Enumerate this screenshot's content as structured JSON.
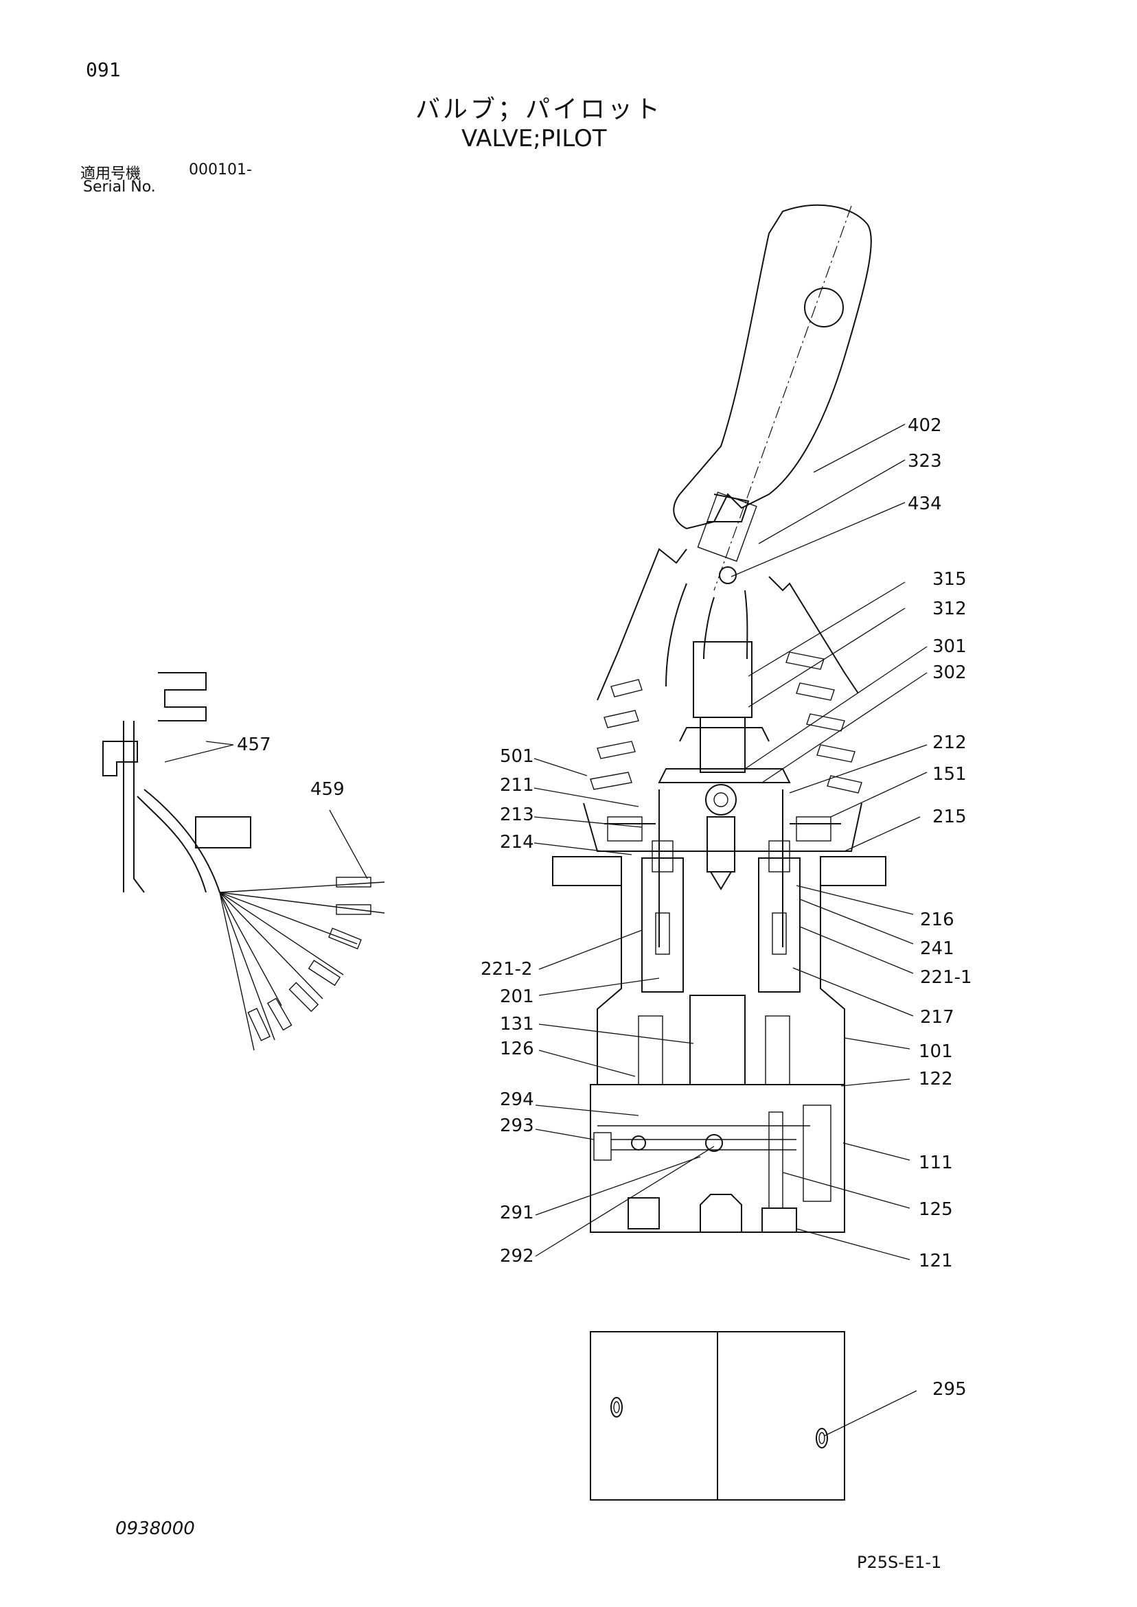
{
  "header": {
    "page_number": "091",
    "title_jp": "バルブ；パイロット",
    "title_en": "VALVE;PILOT",
    "serial_label_jp": "適用号機",
    "serial_value": "000101-",
    "serial_label_en": "Serial No."
  },
  "footer": {
    "doc_number": "0938000",
    "sheet_code": "P25S-E1-1"
  },
  "part_labels": {
    "p402": "402",
    "p323": "323",
    "p434": "434",
    "p315": "315",
    "p312": "312",
    "p301": "301",
    "p302": "302",
    "p212": "212",
    "p151": "151",
    "p215": "215",
    "p501": "501",
    "p211": "211",
    "p213": "213",
    "p214": "214",
    "p216": "216",
    "p241": "241",
    "p221_1": "221-1",
    "p221_2": "221-2",
    "p201": "201",
    "p217": "217",
    "p131": "131",
    "p101": "101",
    "p126": "126",
    "p122": "122",
    "p294": "294",
    "p293": "293",
    "p111": "111",
    "p291": "291",
    "p125": "125",
    "p292": "292",
    "p121": "121",
    "p295": "295",
    "p457": "457",
    "p459": "459"
  }
}
